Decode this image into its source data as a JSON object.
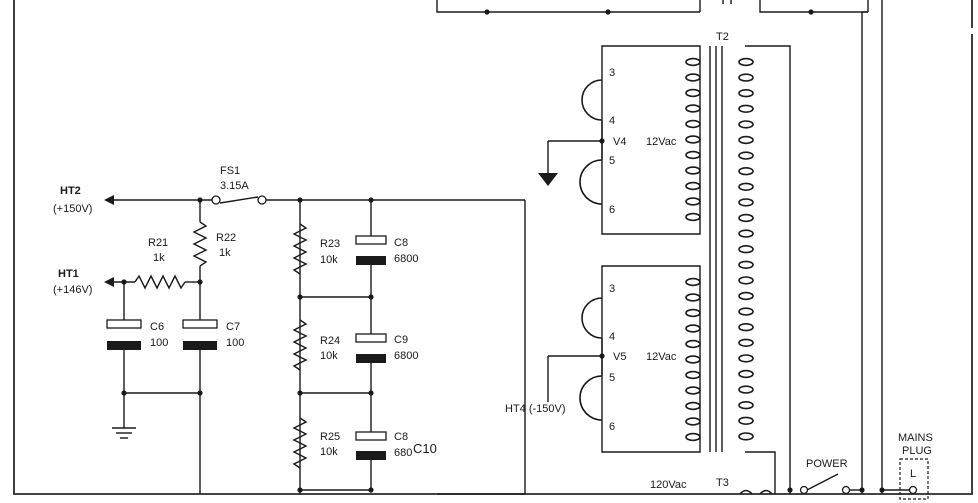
{
  "nets": {
    "ht2": "HT2",
    "ht2_voltage": "(+150V)",
    "ht1": "HT1",
    "ht1_voltage": "(+146V)",
    "ht4": "HT4 (-150V)"
  },
  "fuse": {
    "ref": "FS1",
    "value": "3.15A"
  },
  "resistors": [
    {
      "ref": "R21",
      "value": "1k"
    },
    {
      "ref": "R22",
      "value": "1k"
    },
    {
      "ref": "R23",
      "value": "10k"
    },
    {
      "ref": "R24",
      "value": "10k"
    },
    {
      "ref": "R25",
      "value": "10k"
    }
  ],
  "capacitors": [
    {
      "ref": "C6",
      "value": "100"
    },
    {
      "ref": "C7",
      "value": "100"
    },
    {
      "ref": "C8",
      "value": "6800"
    },
    {
      "ref": "C9",
      "value": "6800"
    },
    {
      "ref": "C8",
      "value": "680",
      "overlay": "C10"
    }
  ],
  "transformers": {
    "t2": "T2",
    "t3": "T3",
    "upper": {
      "taps": [
        "3",
        "4",
        "5",
        "6"
      ],
      "node": "V4",
      "voltage": "12Vac"
    },
    "lower": {
      "taps": [
        "3",
        "4",
        "5",
        "6"
      ],
      "node": "V5",
      "voltage": "12Vac"
    },
    "primary_voltage": "120Vac"
  },
  "switch": {
    "label": "POWER"
  },
  "mains": {
    "line1": "MAINS",
    "line2": "PLUG",
    "pin": "L"
  }
}
